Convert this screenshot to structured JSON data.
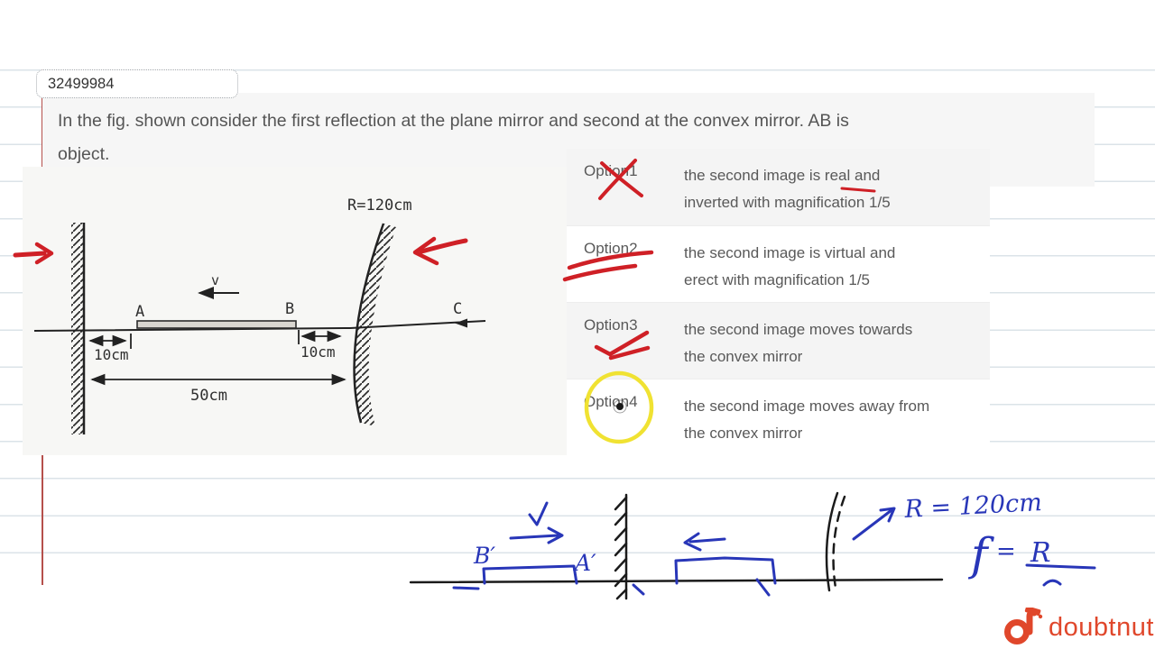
{
  "question_id": "32499984",
  "question": {
    "lines": [
      "In the fig. shown consider the first reflection at the plane mirror and second at the convex mirror. AB is",
      "object."
    ]
  },
  "options": [
    {
      "label": "Option1",
      "lines": [
        "the second image is real and",
        "inverted with magnification 1/5"
      ],
      "mark": "red-cross",
      "underlined_word": "real"
    },
    {
      "label": "Option2",
      "lines": [
        "the second image is virtual and",
        "erect with magnification 1/5"
      ],
      "mark": "red-double-strike"
    },
    {
      "label": "Option3",
      "lines": [
        "the second image moves towards",
        "the convex mirror"
      ],
      "mark": "red-double-check"
    },
    {
      "label": "Option4",
      "lines": [
        "the second image moves away from",
        "the convex mirror"
      ],
      "mark": "yellow-circle"
    }
  ],
  "diagram": {
    "radius_label": "R=120cm",
    "point_a": "A",
    "point_b": "B",
    "point_c": "C",
    "velocity": "v",
    "dist_left": "10cm",
    "dist_right": "10cm",
    "dist_total": "50cm"
  },
  "handwriting": {
    "velocity": "v",
    "image_b": "B′",
    "image_a": "A′",
    "radius_note": "R = 120cm",
    "focal_f": "f",
    "equals": "=",
    "focal_r": "R"
  },
  "logo": {
    "brand": "doubtnut"
  },
  "colors": {
    "annotation_red": "#cf2026",
    "highlight_yellow": "#f0e232",
    "ink_blue": "#2836b8",
    "brand_orange": "#e0472b",
    "card_gray": "#f6f6f6",
    "row_gray": "#f4f4f4",
    "text_gray": "#595959",
    "ruled_line": "#dbe3e8",
    "margin_red": "#b5504c"
  }
}
